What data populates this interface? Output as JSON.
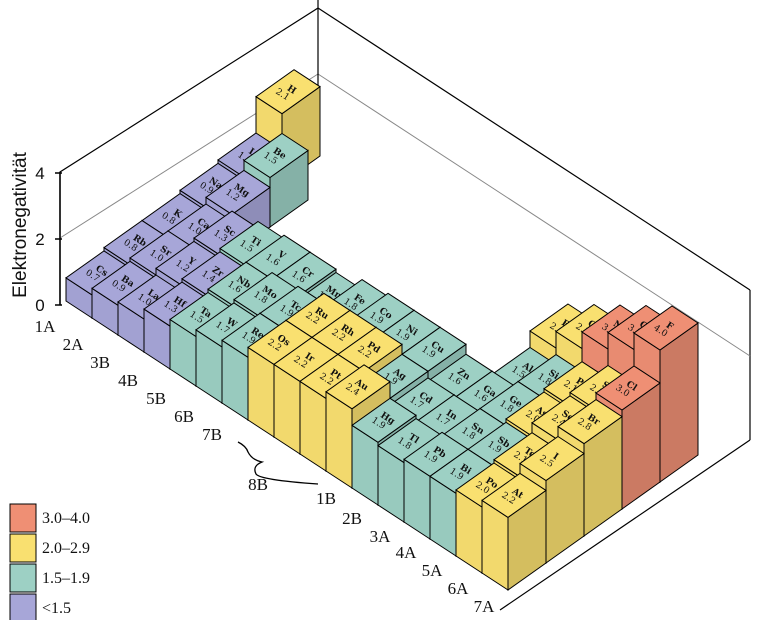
{
  "chart_data": {
    "type": "bar3d",
    "title": "",
    "ylabel": "Elektronegativität",
    "ylim": [
      0,
      4
    ],
    "yticks": [
      "0",
      "2",
      "4"
    ],
    "group_labels": [
      "1A",
      "2A",
      "3B",
      "4B",
      "5B",
      "6B",
      "7B",
      "8B",
      "1B",
      "2B",
      "3A",
      "4A",
      "5A",
      "6A",
      "7A"
    ],
    "legend": [
      {
        "label": "3.0–4.0",
        "color": "#ef8f74"
      },
      {
        "label": "2.0–2.9",
        "color": "#f9e070"
      },
      {
        "label": "1.5–1.9",
        "color": "#9dd0c4"
      },
      {
        "label": "<1.5",
        "color": "#a7a6d8"
      }
    ],
    "elements": [
      {
        "symbol": "H",
        "value": 2.1,
        "group": 1,
        "period": 1
      },
      {
        "symbol": "Li",
        "value": 1.0,
        "group": 1,
        "period": 2
      },
      {
        "symbol": "Be",
        "value": 1.5,
        "group": 2,
        "period": 2
      },
      {
        "symbol": "B",
        "value": 2.0,
        "group": 13,
        "period": 2
      },
      {
        "symbol": "C",
        "value": 2.5,
        "group": 14,
        "period": 2
      },
      {
        "symbol": "N",
        "value": 3.0,
        "group": 15,
        "period": 2
      },
      {
        "symbol": "O",
        "value": 3.5,
        "group": 16,
        "period": 2
      },
      {
        "symbol": "F",
        "value": 4.0,
        "group": 17,
        "period": 2
      },
      {
        "symbol": "Na",
        "value": 0.9,
        "group": 1,
        "period": 3
      },
      {
        "symbol": "Mg",
        "value": 1.2,
        "group": 2,
        "period": 3
      },
      {
        "symbol": "Al",
        "value": 1.5,
        "group": 13,
        "period": 3
      },
      {
        "symbol": "Si",
        "value": 1.8,
        "group": 14,
        "period": 3
      },
      {
        "symbol": "P",
        "value": 2.1,
        "group": 15,
        "period": 3
      },
      {
        "symbol": "S",
        "value": 2.5,
        "group": 16,
        "period": 3
      },
      {
        "symbol": "Cl",
        "value": 3.0,
        "group": 17,
        "period": 3
      },
      {
        "symbol": "K",
        "value": 0.8,
        "group": 1,
        "period": 4
      },
      {
        "symbol": "Ca",
        "value": 1.0,
        "group": 2,
        "period": 4
      },
      {
        "symbol": "Sc",
        "value": 1.3,
        "group": 3,
        "period": 4
      },
      {
        "symbol": "Ti",
        "value": 1.5,
        "group": 4,
        "period": 4
      },
      {
        "symbol": "V",
        "value": 1.6,
        "group": 5,
        "period": 4
      },
      {
        "symbol": "Cr",
        "value": 1.6,
        "group": 6,
        "period": 4
      },
      {
        "symbol": "Mn",
        "value": 1.5,
        "group": 7,
        "period": 4
      },
      {
        "symbol": "Fe",
        "value": 1.8,
        "group": 8,
        "period": 4
      },
      {
        "symbol": "Co",
        "value": 1.9,
        "group": 9,
        "period": 4
      },
      {
        "symbol": "Ni",
        "value": 1.9,
        "group": 10,
        "period": 4
      },
      {
        "symbol": "Cu",
        "value": 1.9,
        "group": 11,
        "period": 4
      },
      {
        "symbol": "Zn",
        "value": 1.6,
        "group": 12,
        "period": 4
      },
      {
        "symbol": "Ga",
        "value": 1.6,
        "group": 13,
        "period": 4
      },
      {
        "symbol": "Ge",
        "value": 1.8,
        "group": 14,
        "period": 4
      },
      {
        "symbol": "As",
        "value": 2.0,
        "group": 15,
        "period": 4
      },
      {
        "symbol": "Se",
        "value": 2.4,
        "group": 16,
        "period": 4
      },
      {
        "symbol": "Br",
        "value": 2.8,
        "group": 17,
        "period": 4
      },
      {
        "symbol": "Rb",
        "value": 0.8,
        "group": 1,
        "period": 5
      },
      {
        "symbol": "Sr",
        "value": 1.0,
        "group": 2,
        "period": 5
      },
      {
        "symbol": "Y",
        "value": 1.2,
        "group": 3,
        "period": 5
      },
      {
        "symbol": "Zr",
        "value": 1.4,
        "group": 4,
        "period": 5
      },
      {
        "symbol": "Nb",
        "value": 1.6,
        "group": 5,
        "period": 5
      },
      {
        "symbol": "Mo",
        "value": 1.8,
        "group": 6,
        "period": 5
      },
      {
        "symbol": "Tc",
        "value": 1.9,
        "group": 7,
        "period": 5
      },
      {
        "symbol": "Ru",
        "value": 2.2,
        "group": 8,
        "period": 5
      },
      {
        "symbol": "Rh",
        "value": 2.2,
        "group": 9,
        "period": 5
      },
      {
        "symbol": "Pd",
        "value": 2.2,
        "group": 10,
        "period": 5
      },
      {
        "symbol": "Ag",
        "value": 1.9,
        "group": 11,
        "period": 5
      },
      {
        "symbol": "Cd",
        "value": 1.7,
        "group": 12,
        "period": 5
      },
      {
        "symbol": "In",
        "value": 1.7,
        "group": 13,
        "period": 5
      },
      {
        "symbol": "Sn",
        "value": 1.8,
        "group": 14,
        "period": 5
      },
      {
        "symbol": "Sb",
        "value": 1.9,
        "group": 15,
        "period": 5
      },
      {
        "symbol": "Te",
        "value": 2.1,
        "group": 16,
        "period": 5
      },
      {
        "symbol": "I",
        "value": 2.5,
        "group": 17,
        "period": 5
      },
      {
        "symbol": "Cs",
        "value": 0.7,
        "group": 1,
        "period": 6
      },
      {
        "symbol": "Ba",
        "value": 0.9,
        "group": 2,
        "period": 6
      },
      {
        "symbol": "La",
        "value": 1.0,
        "group": 3,
        "period": 6
      },
      {
        "symbol": "Hf",
        "value": 1.3,
        "group": 4,
        "period": 6
      },
      {
        "symbol": "Ta",
        "value": 1.5,
        "group": 5,
        "period": 6
      },
      {
        "symbol": "W",
        "value": 1.7,
        "group": 6,
        "period": 6
      },
      {
        "symbol": "Re",
        "value": 1.9,
        "group": 7,
        "period": 6
      },
      {
        "symbol": "Os",
        "value": 2.2,
        "group": 8,
        "period": 6
      },
      {
        "symbol": "Ir",
        "value": 2.2,
        "group": 9,
        "period": 6
      },
      {
        "symbol": "Pt",
        "value": 2.2,
        "group": 10,
        "period": 6
      },
      {
        "symbol": "Au",
        "value": 2.4,
        "group": 11,
        "period": 6
      },
      {
        "symbol": "Hg",
        "value": 1.9,
        "group": 12,
        "period": 6
      },
      {
        "symbol": "Tl",
        "value": 1.8,
        "group": 13,
        "period": 6
      },
      {
        "symbol": "Pb",
        "value": 1.9,
        "group": 14,
        "period": 6
      },
      {
        "symbol": "Bi",
        "value": 1.9,
        "group": 15,
        "period": 6
      },
      {
        "symbol": "Po",
        "value": 2.0,
        "group": 16,
        "period": 6
      },
      {
        "symbol": "At",
        "value": 2.2,
        "group": 17,
        "period": 6
      }
    ]
  }
}
